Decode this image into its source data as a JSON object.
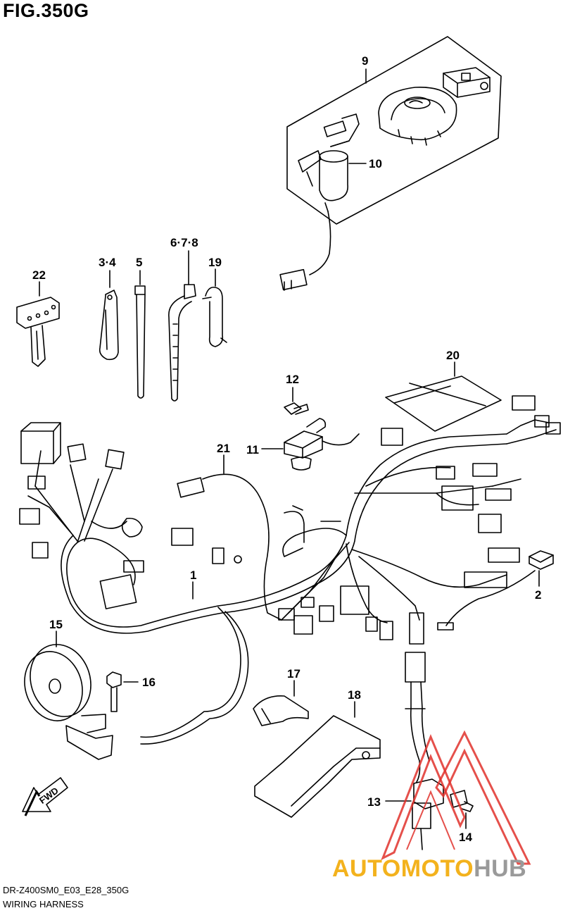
{
  "figure": {
    "title": "FIG.350G"
  },
  "footer": {
    "model_code": "DR-Z400SM0_E03_E28_350G",
    "section_name": "WIRING HARNESS"
  },
  "direction_arrow": {
    "label": "FWD"
  },
  "callouts": [
    {
      "id": "c1",
      "label": "1",
      "part": "wiring harness"
    },
    {
      "id": "c2",
      "label": "2",
      "part": "fuse"
    },
    {
      "id": "c34",
      "label": "3·4",
      "part": "clamp"
    },
    {
      "id": "c5",
      "label": "5",
      "part": "cable tie"
    },
    {
      "id": "c678",
      "label": "6·7·8",
      "part": "cable tie"
    },
    {
      "id": "c9",
      "label": "9",
      "part": "lock set"
    },
    {
      "id": "c10",
      "label": "10",
      "part": "ignition switch"
    },
    {
      "id": "c11",
      "label": "11",
      "part": "sensor"
    },
    {
      "id": "c12",
      "label": "12",
      "part": "bolt"
    },
    {
      "id": "c13",
      "label": "13",
      "part": "switch"
    },
    {
      "id": "c14",
      "label": "14",
      "part": "bolt"
    },
    {
      "id": "c15",
      "label": "15",
      "part": "horn"
    },
    {
      "id": "c16",
      "label": "16",
      "part": "bolt"
    },
    {
      "id": "c17",
      "label": "17",
      "part": "cover"
    },
    {
      "id": "c18",
      "label": "18",
      "part": "bracket"
    },
    {
      "id": "c19",
      "label": "19",
      "part": "clamp"
    },
    {
      "id": "c20",
      "label": "20",
      "part": "label"
    },
    {
      "id": "c21",
      "label": "21",
      "part": "lead wire"
    },
    {
      "id": "c22",
      "label": "22",
      "part": "key"
    }
  ],
  "watermark": {
    "brand_part1": "AUTOMOTO",
    "brand_part2": "HUB",
    "accent_color": "#e0312b",
    "text_color_1": "#f3b21d",
    "text_color_2": "#9a9a9a"
  },
  "colors": {
    "line": "#000000",
    "background": "#ffffff"
  }
}
